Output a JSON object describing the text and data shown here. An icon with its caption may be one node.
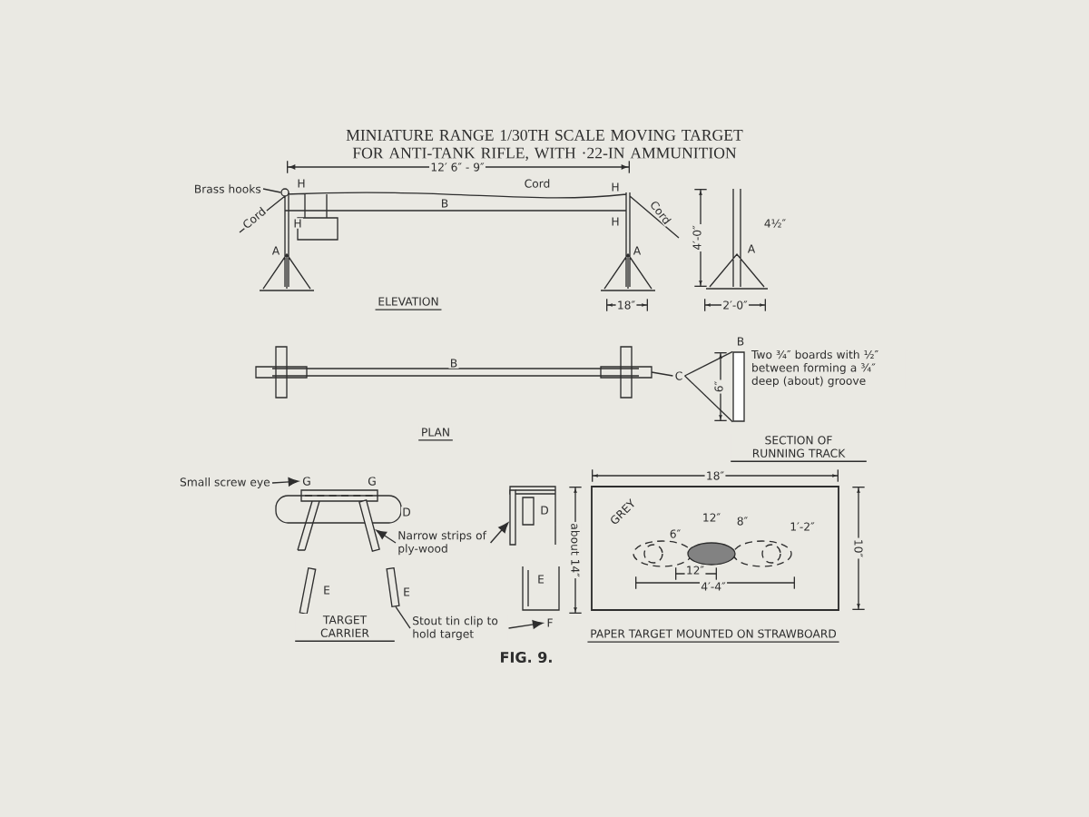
{
  "diagram": {
    "title": "MINIATURE RANGE 1/30TH SCALE MOVING TARGET FOR ANTI-TANK RIFLE, WITH ·22-IN AMMUNITION",
    "caption": "FIG. 9.",
    "nodes": [
      {
        "text": [
          "Small screw eye"
        ]
      },
      {
        "text": [
          "G"
        ]
      },
      {
        "text": [
          "Narrow strips of ply-wood"
        ]
      },
      {
        "text": [
          "Stout tin clip to hold target"
        ]
      },
      {
        "text": [
          "F"
        ]
      },
      {
        "text": [
          "C"
        ]
      },
      {
        "text": [],
        "shape": "box"
      },
      {
        "text": [
          "Brass hooks"
        ]
      },
      {
        "text": [],
        "shape": "circle"
      },
      {
        "text": [],
        "shape": "bar"
      },
      {
        "text": [],
        "shape": "bar"
      },
      {
        "text": [],
        "shape": "bar",
        "beside": [
          "E"
        ]
      },
      {
        "text": [],
        "shape": "bar",
        "beside": [
          "E"
        ]
      }
    ],
    "edges": [
      {
        "from": 0,
        "to": 1,
        "arrow": "to"
      },
      {
        "from": 2,
        "to": 9,
        "arrow": "to"
      },
      {
        "from": 2,
        "to": 10,
        "arrow": "to"
      },
      {
        "from": 3,
        "to": 4,
        "arrow": "to"
      },
      {
        "from": 3,
        "to": 12,
        "arrow": "none"
      },
      {
        "from": 5,
        "to": 6,
        "arrow": "none"
      },
      {
        "from": 5,
        "to": 6,
        "arrow": "none"
      },
      {
        "from": 5,
        "to": null,
        "arrow": "none"
      },
      {
        "from": 7,
        "to": 8,
        "arrow": "none"
      }
    ],
    "labels": [
      "12′ 6″ - 9″",
      "H",
      "Cord",
      "H",
      "B",
      "Cord",
      "H",
      "H",
      "Cord",
      "4′-0″",
      "4½″",
      "A",
      "A",
      "A",
      "18″",
      "2′-0″",
      "ELEVATION",
      "B",
      "Two ¾″ boards with ½″ between forming a ¾″ deep (about) groove",
      "B",
      "6″",
      "PLAN",
      "SECTION OF RUNNING TRACK",
      "18″",
      "G",
      "D",
      "D",
      "about 14″",
      "10″",
      "GREY",
      "12″",
      "8″",
      "6″",
      "1′-2″",
      "E",
      "12″",
      "4′-4″",
      "TARGET CARRIER",
      "PAPER TARGET MOUNTED ON STRAWBOARD"
    ]
  }
}
